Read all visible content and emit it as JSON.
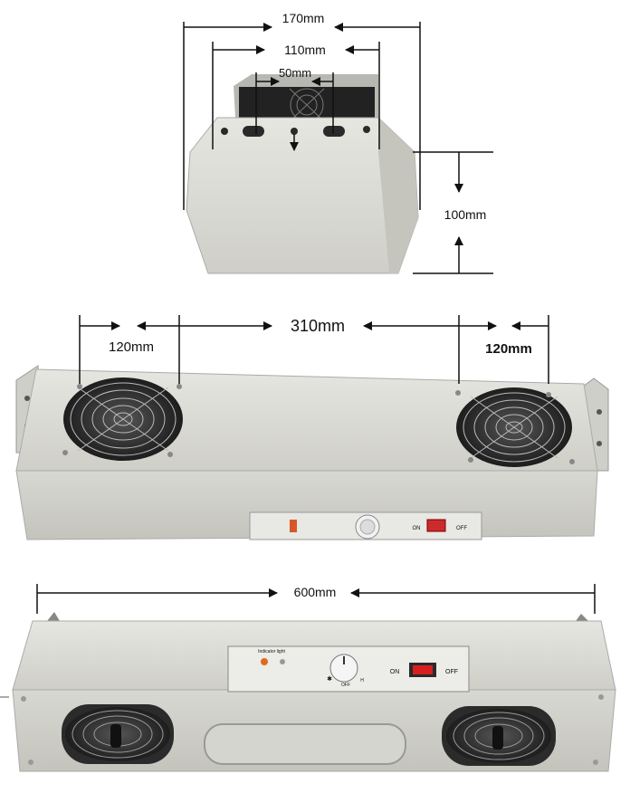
{
  "colors": {
    "body": "#dcdcd6",
    "body_shadow": "#b9b9b2",
    "fan_dark": "#3a3a3a",
    "switch_red": "#d81f1f",
    "line": "#111111"
  },
  "top_view": {
    "dim_outer": "170mm",
    "dim_middle": "110mm",
    "dim_inner": "50mm",
    "dim_height": "100mm"
  },
  "middle_view": {
    "dim_left_fan": "120mm",
    "dim_between": "310mm",
    "dim_right_fan": "120mm",
    "panel": {
      "switch_on": "ON",
      "switch_off": "OFF"
    }
  },
  "bottom_view": {
    "dim_length": "600mm",
    "panel": {
      "indicator_label": "Indicator light",
      "knob_off": "OFF",
      "knob_h": "H",
      "switch_on": "ON",
      "switch_off": "OFF"
    }
  },
  "icons": [
    "fan-grille-icon",
    "knob-icon",
    "rocker-switch-icon",
    "arrow-icon",
    "mounting-bracket-icon"
  ]
}
